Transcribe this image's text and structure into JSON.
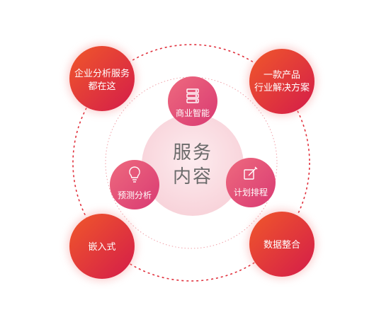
{
  "center": {
    "lines": [
      "服务",
      "内容"
    ]
  },
  "outer_nodes": [
    {
      "lines": [
        "企业分析服务",
        "都在这"
      ]
    },
    {
      "lines": [
        "一款产品",
        "行业解决方案"
      ]
    },
    {
      "lines": [
        "嵌入式"
      ]
    },
    {
      "lines": [
        "数据整合"
      ]
    }
  ],
  "inner_nodes": [
    {
      "label": "商业智能",
      "icon": "server-icon"
    },
    {
      "label": "预测分析",
      "icon": "lightbulb-icon"
    },
    {
      "label": "计划排程",
      "icon": "edit-icon"
    }
  ],
  "colors": {
    "outer_start": "#f0582a",
    "outer_end": "#d41c4a",
    "inner_start": "#ee6a7e",
    "inner_end": "#d93a73",
    "center_fill": "#fbe0e4",
    "ring_outer": "#e0303c",
    "ring_inner": "#f0a0a8"
  }
}
